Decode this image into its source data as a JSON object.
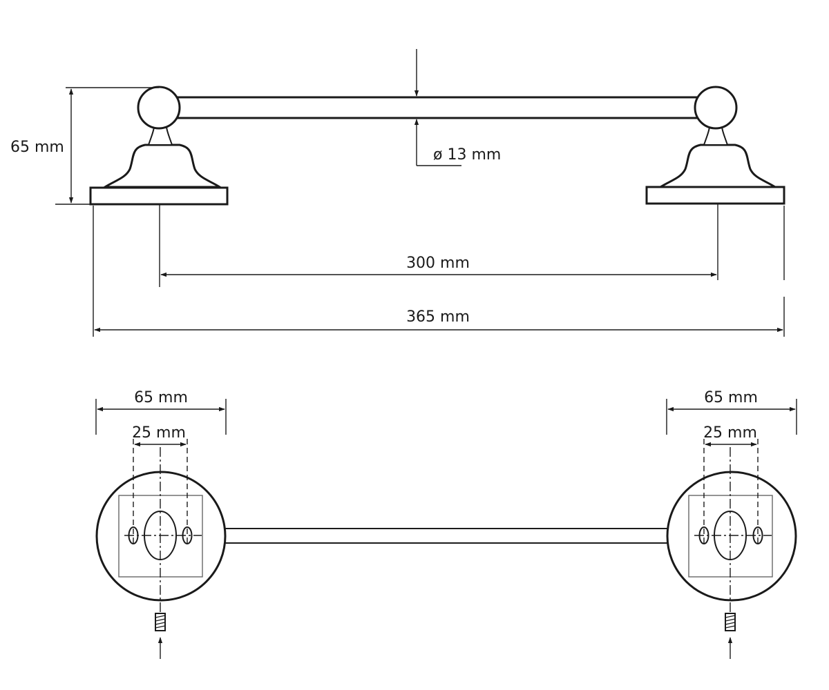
{
  "front_view": {
    "height_label": "65 mm",
    "diameter_label": "ø 13 mm",
    "center_spacing_label": "300 mm",
    "overall_length_label": "365 mm"
  },
  "top_view": {
    "left_flange_width_label": "65 mm",
    "left_hole_spacing_label": "25 mm",
    "right_flange_width_label": "65 mm",
    "right_hole_spacing_label": "25 mm"
  }
}
